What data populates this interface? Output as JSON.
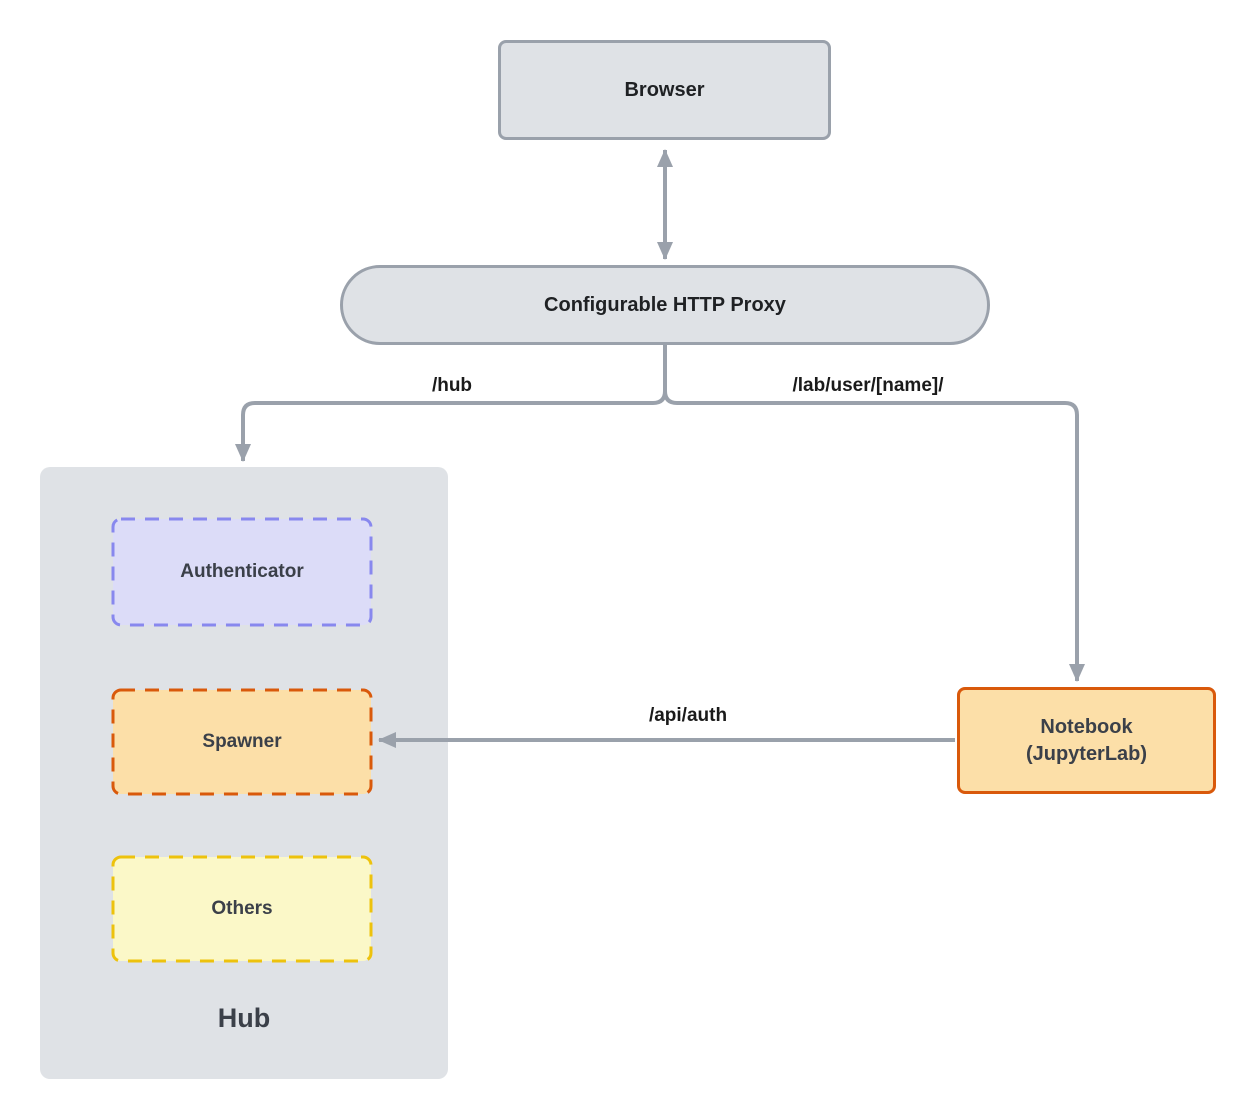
{
  "diagram": {
    "nodes": {
      "browser": {
        "label": "Browser"
      },
      "proxy": {
        "label": "Configurable HTTP Proxy"
      },
      "authenticator": {
        "label": "Authenticator"
      },
      "spawner": {
        "label": "Spawner"
      },
      "others": {
        "label": "Others"
      },
      "hub": {
        "label": "Hub"
      },
      "notebook": {
        "label": "Notebook",
        "sublabel": "(JupyterLab)"
      }
    },
    "edges": {
      "proxy_to_hub": {
        "label": "/hub"
      },
      "proxy_to_notebook": {
        "label": "/lab/user/[name]/"
      },
      "notebook_to_spawner": {
        "label": "/api/auth"
      }
    },
    "colors": {
      "canvas_background": "#ffffff",
      "gray_node_fill": "#dfe2e6",
      "gray_node_border": "#9aa1ab",
      "connector": "#9aa1ab",
      "authenticator_fill": "#dcdcf8",
      "authenticator_border": "#8888ee",
      "orange_fill": "#fcdfa8",
      "orange_border": "#d9590b",
      "yellow_fill": "#fbf8c8",
      "yellow_border": "#edc20d",
      "dark_text": "#3b4049",
      "edge_label_text": "#1a1a1a"
    }
  }
}
